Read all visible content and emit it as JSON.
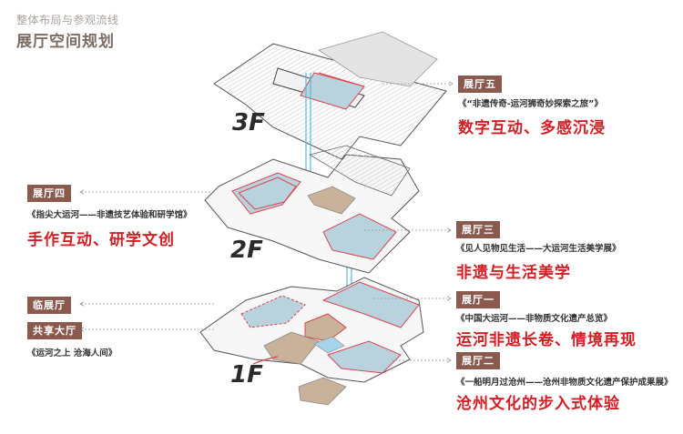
{
  "header": {
    "subtitle": "整体布局与参观流线",
    "title": "展厅空间规划"
  },
  "floors": [
    {
      "label": "3F"
    },
    {
      "label": "2F"
    },
    {
      "label": "1F"
    }
  ],
  "halls": {
    "hall5": {
      "badge": "展厅五",
      "exhibition": "《“非遗传奇-运河狮奇妙探索之旅”》",
      "slogan": "数字互动、多感沉浸"
    },
    "hall4": {
      "badge": "展厅四",
      "exhibition": "《指尖大运河——非遗技艺体验和研学馆》",
      "slogan": "手作互动、研学文创"
    },
    "hall3": {
      "badge": "展厅三",
      "exhibition": "《见人见物见生活——大运河生活美学展》",
      "slogan": "非遗与生活美学"
    },
    "hall1": {
      "badge": "展厅一",
      "exhibition": "《中国大运河——非物质文化遗产总览》",
      "slogan": "运河非遗长卷、情境再现"
    },
    "hall2": {
      "badge": "展厅二",
      "exhibition": "《一船明月过沧州——沧州非物质文化遗产保护成果展》",
      "slogan": "沧州文化的步入式体验"
    },
    "temp": {
      "badge": "临展厅"
    },
    "lobby": {
      "badge": "共享大厅",
      "exhibition": "《运河之上 沧海人间》"
    }
  },
  "colors": {
    "badge": "#8a5a4e",
    "slogan": "#d21f26",
    "title": "#7a6d66",
    "route": "#d9434a",
    "elevator": "#5bb8e0",
    "hall_fill": "#b9d3de",
    "lobby_fill": "#c9b29a"
  }
}
